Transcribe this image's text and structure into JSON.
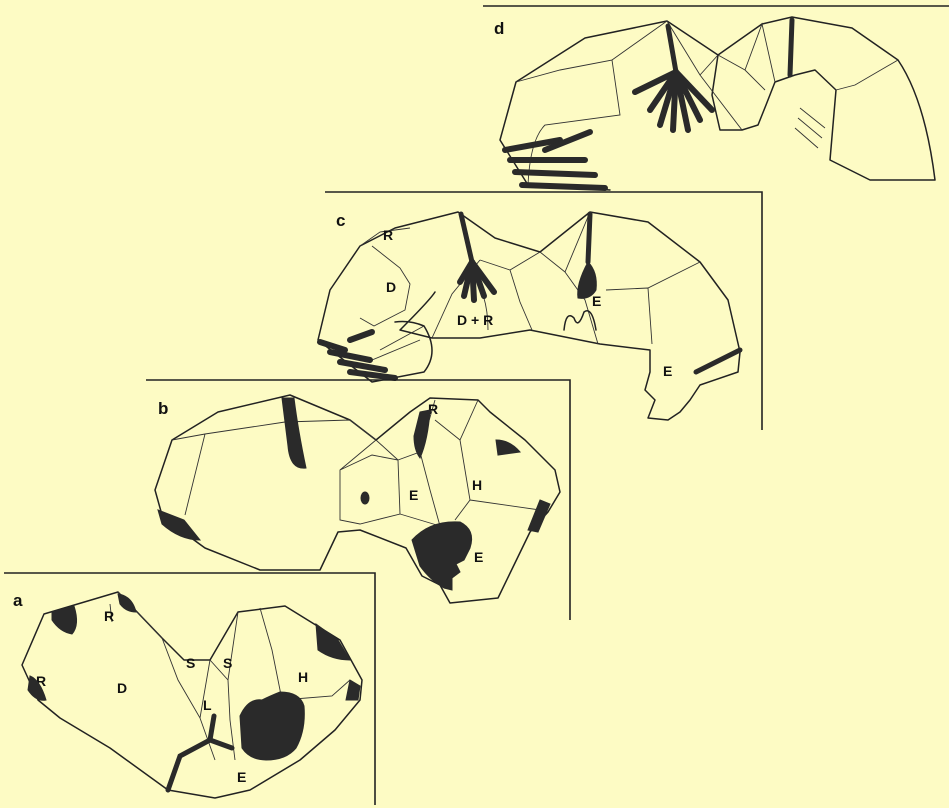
{
  "panels": {
    "a": {
      "letter": "a",
      "labels": {
        "r1": "R",
        "r2": "R",
        "d": "D",
        "s1": "S",
        "s2": "S",
        "l": "L",
        "h": "H",
        "e": "E"
      }
    },
    "b": {
      "letter": "b",
      "labels": {
        "r": "R",
        "e1": "E",
        "h": "H",
        "e2": "E"
      }
    },
    "c": {
      "letter": "c",
      "labels": {
        "r": "R",
        "d": "D",
        "dr": "D + R",
        "e1": "E",
        "e2": "E"
      }
    },
    "d": {
      "letter": "d"
    }
  }
}
